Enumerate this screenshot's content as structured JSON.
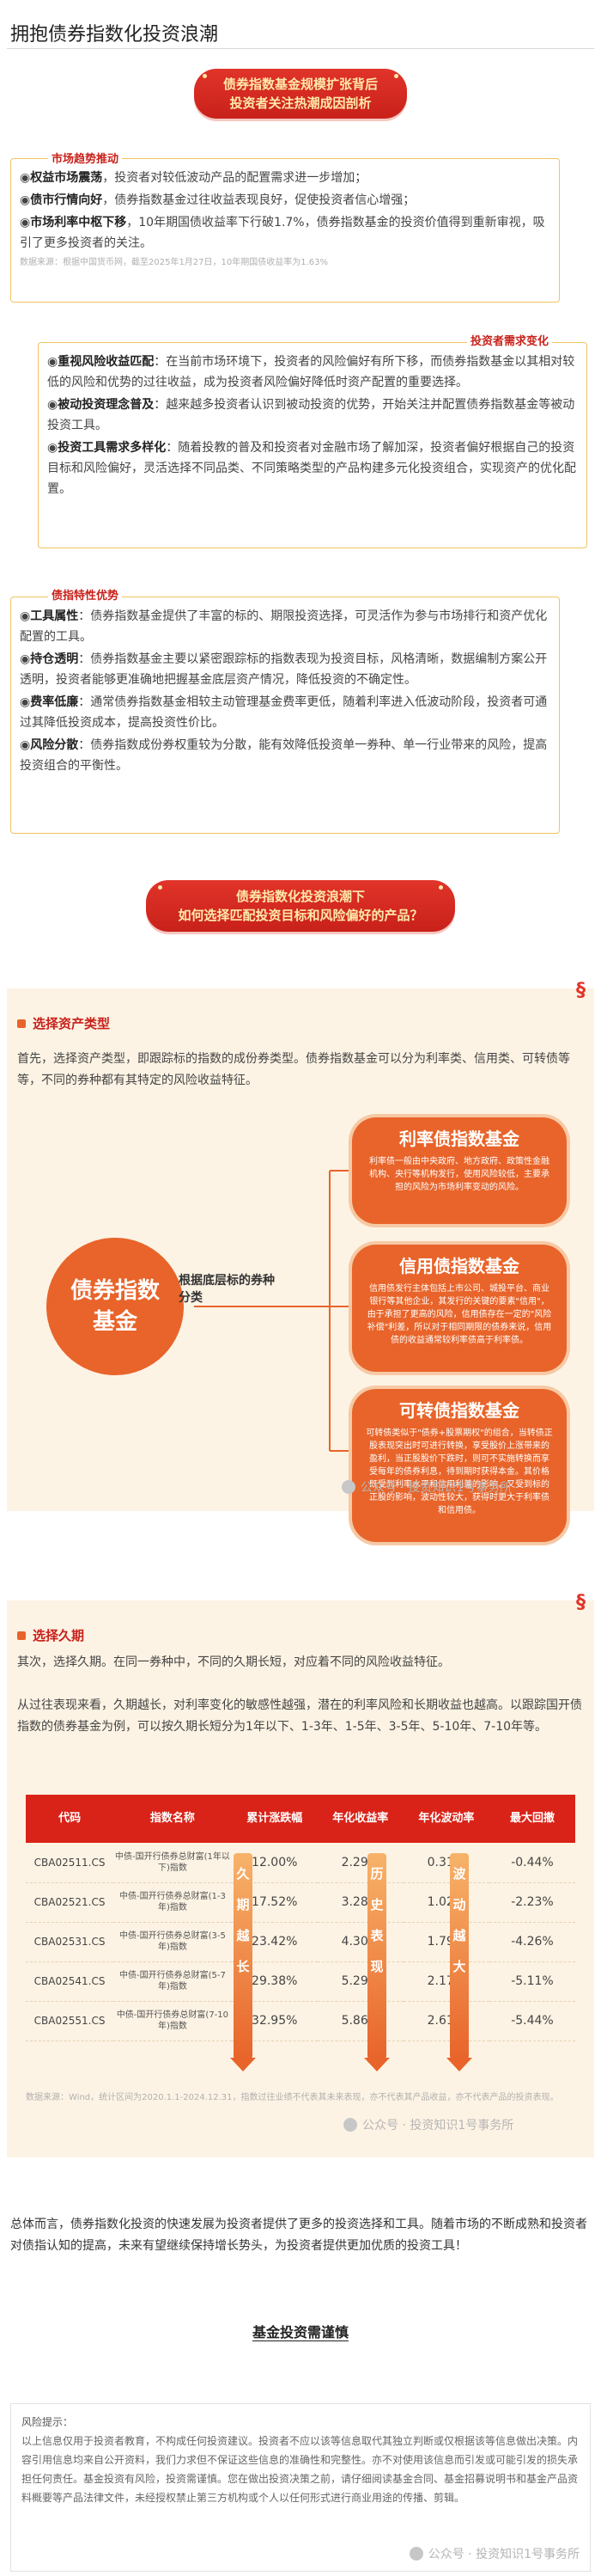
{
  "page_title": "拥抱债券指数化投资浪潮",
  "banner1": {
    "line1": "债券指数基金规模扩张背后",
    "line2": "投资者关注热潮成因剖析"
  },
  "trend": {
    "tag": "市场趋势推动",
    "items": [
      {
        "head": "权益市场震荡",
        "text": "，投资者对较低波动产品的配置需求进一步增加；"
      },
      {
        "head": "债市行情向好",
        "text": "，债券指数基金过往收益表现良好，促使投资者信心增强；"
      },
      {
        "head": "市场利率中枢下移",
        "text": "，10年期国债收益率下行破1.7%，债券指数基金的投资价值得到重新审视，吸引了更多投资者的关注。"
      }
    ],
    "note": "数据来源：根据中国货币网，截至2025年1月27日，10年期国债收益率为1.63%"
  },
  "demand": {
    "tag": "投资者需求变化",
    "items": [
      {
        "head": "重视风险收益匹配",
        "text": "：在当前市场环境下，投资者的风险偏好有所下移，而债券指数基金以其相对较低的风险和优势的过往收益，成为投资者风险偏好降低时资产配置的重要选择。"
      },
      {
        "head": "被动投资理念普及",
        "text": "：越来越多投资者认识到被动投资的优势，开始关注并配置债券指数基金等被动投资工具。"
      },
      {
        "head": "投资工具需求多样化",
        "text": "：随着投教的普及和投资者对金融市场了解加深，投资者偏好根据自己的投资目标和风险偏好，灵活选择不同品类、不同策略类型的产品构建多元化投资组合，实现资产的优化配置。"
      }
    ]
  },
  "traits": {
    "tag": "债指特性优势",
    "items": [
      {
        "head": "工具属性",
        "text": "：债券指数基金提供了丰富的标的、期限投资选择，可灵活作为参与市场排行和资产优化配置的工具。"
      },
      {
        "head": "持仓透明",
        "text": "：债券指数基金主要以紧密跟踪标的指数表现为投资目标，风格清晰，数据编制方案公开透明，投资者能够更准确地把握基金底层资产情况，降低投资的不确定性。"
      },
      {
        "head": "费率低廉",
        "text": "：通常债券指数基金相较主动管理基金费率更低，随着利率进入低波动阶段，投资者可通过其降低投资成本，提高投资性价比。"
      },
      {
        "head": "风险分散",
        "text": "：债券指数成份券权重较为分散，能有效降低投资单一券种、单一行业带来的风险，提高投资组合的平衡性。"
      }
    ]
  },
  "banner2": {
    "line1": "债券指数化投资浪潮下",
    "line2": "如何选择匹配投资目标和风险偏好的产品？"
  },
  "step1": {
    "heading": "选择资产类型",
    "intro": "首先，选择资产类型，即跟踪标的指数的成份券类型。债券指数基金可以分为利率类、信用类、可转债等等，不同的券种都有其特定的风险收益特征。",
    "center": "债券指数基金",
    "branch_label": "根据底层标的券种分类",
    "cards": [
      {
        "title": "利率债指数基金",
        "desc": "利率债一般由中央政府、地方政府、政策性金融机构、央行等机构发行，使用风险较低，主要承担的风险为市场利率变动的风险。"
      },
      {
        "title": "信用债指数基金",
        "desc": "信用债发行主体包括上市公司、城投平台、商业银行等其他企业，其发行的关键的要素\"信用\"，由于承担了更高的风险，信用债存在一定的\"风险补偿\"利差，所以对于相同期限的债券来说，信用债的收益通常较利率债高于利率债。"
      },
      {
        "title": "可转债指数基金",
        "desc": "可转债类似于\"债券+股票期权\"的组合，当转债正股表现突出时可进行转换，享受股价上涨带来的盈利，当正股股价下跌时，则可不实施转换而享受每年的债券利息，待到期时获得本金。其价格既受到利率水平和信用利差的影响，又受到标的正股的影响，波动性较大，获得时更大于利率债和信用债。"
      }
    ],
    "watermark": "公众号 · 投资知识1号事务所"
  },
  "step2": {
    "heading": "选择久期",
    "intro": "其次，选择久期。在同一券种中，不同的久期长短，对应着不同的风险收益特征。",
    "para": "从过往表现来看，久期越长，对利率变化的敏感性越强，潜在的利率风险和长期收益也越高。以跟踪国开债指数的债券基金为例，可以按久期长短分为1年以下、1-3年、1-5年、3-5年、5-10年、7-10年等。",
    "headers": [
      "代码",
      "指数名称",
      "累计涨跌幅",
      "年化收益率",
      "年化波动率",
      "最大回撤"
    ],
    "rows": [
      [
        "CBA02511.CS",
        "中债-国开行债券总财富(1年以下)指数",
        "12.00%",
        "2.29%",
        "0.31%",
        "-0.44%"
      ],
      [
        "CBA02521.CS",
        "中债-国开行债券总财富(1-3年)指数",
        "17.52%",
        "3.28%",
        "1.02%",
        "-2.23%"
      ],
      [
        "CBA02531.CS",
        "中债-国开行债券总财富(3-5年)指数",
        "23.42%",
        "4.30%",
        "1.79%",
        "-4.26%"
      ],
      [
        "CBA02541.CS",
        "中债-国开行债券总财富(5-7年)指数",
        "29.38%",
        "5.29%",
        "2.17%",
        "-5.11%"
      ],
      [
        "CBA02551.CS",
        "中债-国开行债券总财富(7-10年)指数",
        "32.95%",
        "5.86%",
        "2.61%",
        "-5.44%"
      ]
    ],
    "arrows": {
      "a1": "久期越长",
      "a2": "历史表现",
      "a3": "波动越大"
    },
    "note": "数据来源：Wind，统计区间为2020.1.1-2024.12.31，指数过往业绩不代表其未来表现，亦不代表其产品收益，亦不代表产品的投资表现。",
    "watermark": "公众号 · 投资知识1号事务所"
  },
  "conclusion": "总体而言，债券指数化投资的快速发展为投资者提供了更多的投资选择和工具。随着市场的不断成熟和投资者对债指认知的提高，未来有望继续保持增长势头，为投资者提供更加优质的投资工具！",
  "footer_heading": "基金投资需谨慎",
  "risk": {
    "title": "风险提示：",
    "text": "以上信息仅用于投资者教育，不构成任何投资建议。投资者不应以该等信息取代其独立判断或仅根据该等信息做出决策。内容引用信息均来自公开资料，我们力求但不保证这些信息的准确性和完整性。亦不对使用该信息而引发或可能引发的损失承担任何责任。基金投资有风险，投资需谨慎。您在做出投资决策之前，请仔细阅读基金合同、基金招募说明书和基金产品资料概要等产品法律文件，未经授权禁止第三方机构或个人以任何形式进行商业用途的传播、剪辑。",
    "watermark": "公众号 · 投资知识1号事务所"
  }
}
